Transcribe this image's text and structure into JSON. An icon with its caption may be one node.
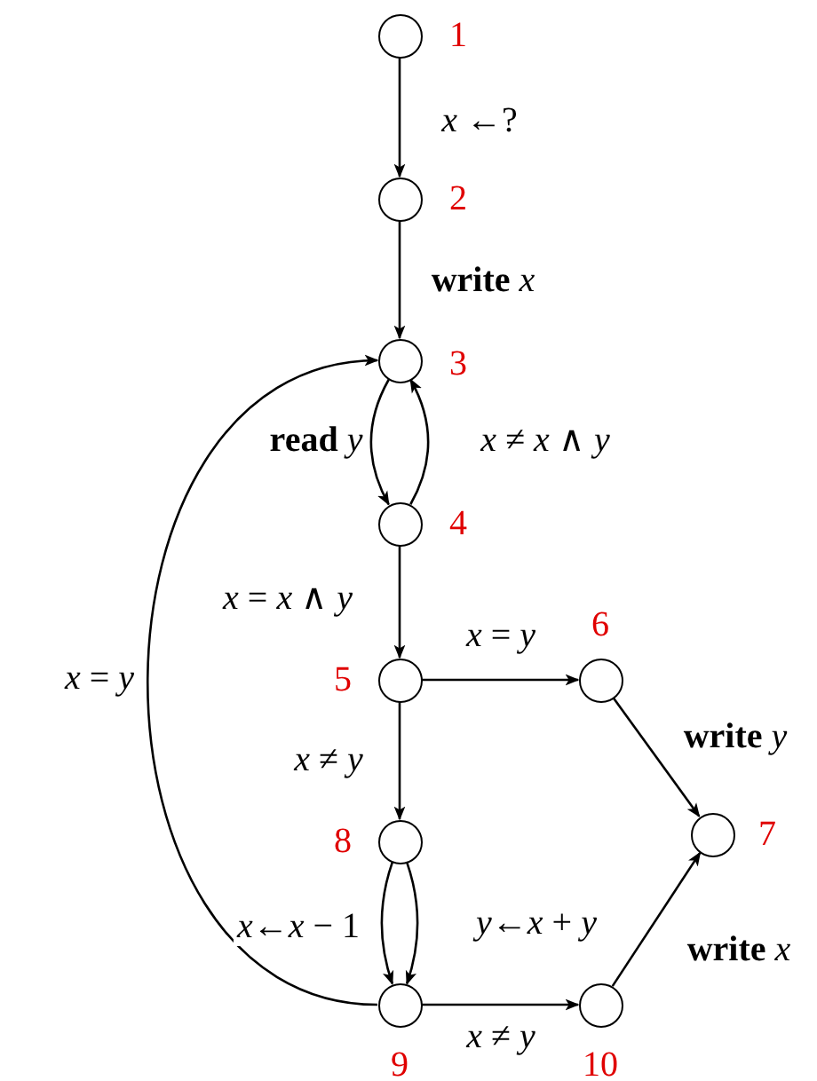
{
  "diagram": {
    "nodes": [
      {
        "text": [],
        "shape": "circle",
        "beside": [
          "1"
        ]
      },
      {
        "text": [],
        "shape": "circle",
        "beside": [
          "2"
        ]
      },
      {
        "text": [],
        "shape": "circle",
        "beside": [
          "3"
        ]
      },
      {
        "text": [],
        "shape": "circle",
        "beside": [
          "4"
        ]
      },
      {
        "text": [],
        "shape": "circle",
        "beside": [
          "5"
        ]
      },
      {
        "text": [],
        "shape": "circle",
        "beside": [
          "6"
        ]
      },
      {
        "text": [],
        "shape": "circle",
        "beside": [
          "7"
        ]
      },
      {
        "text": [],
        "shape": "circle",
        "beside": [
          "8"
        ]
      },
      {
        "text": [],
        "shape": "circle",
        "beside": [
          "9"
        ]
      },
      {
        "text": [],
        "shape": "circle",
        "beside": [
          "10"
        ]
      }
    ],
    "edges": [
      {
        "from": 0,
        "to": 1,
        "arrow": "to",
        "label": "*x* ←?"
      },
      {
        "from": 1,
        "to": 2,
        "arrow": "to",
        "label": "**write** *x*"
      },
      {
        "from": 2,
        "to": 3,
        "arrow": "to",
        "label": "**read** *y*"
      },
      {
        "from": 3,
        "to": 2,
        "arrow": "to",
        "label": "*x* ≠ *x* ∧ *y*"
      },
      {
        "from": 3,
        "to": 4,
        "arrow": "to",
        "label": "*x* = *x* ∧ *y*"
      },
      {
        "from": 4,
        "to": 5,
        "arrow": "to",
        "label": "*x* = *y*"
      },
      {
        "from": 4,
        "to": 7,
        "arrow": "to",
        "label": "*x* ≠ *y*"
      },
      {
        "from": 5,
        "to": 6,
        "arrow": "to",
        "label": "**write** *y*"
      },
      {
        "from": 7,
        "to": 8,
        "arrow": "to",
        "label": "*x*←*x* − 1"
      },
      {
        "from": 7,
        "to": 8,
        "arrow": "to",
        "label": "*y*←*x* + *y*"
      },
      {
        "from": 8,
        "to": 9,
        "arrow": "to",
        "label": "*x* ≠ *y*"
      },
      {
        "from": 9,
        "to": 6,
        "arrow": "to",
        "label": "**write** *x*"
      },
      {
        "from": 8,
        "to": 2,
        "arrow": "to",
        "label": "*x* = *y*"
      }
    ]
  }
}
